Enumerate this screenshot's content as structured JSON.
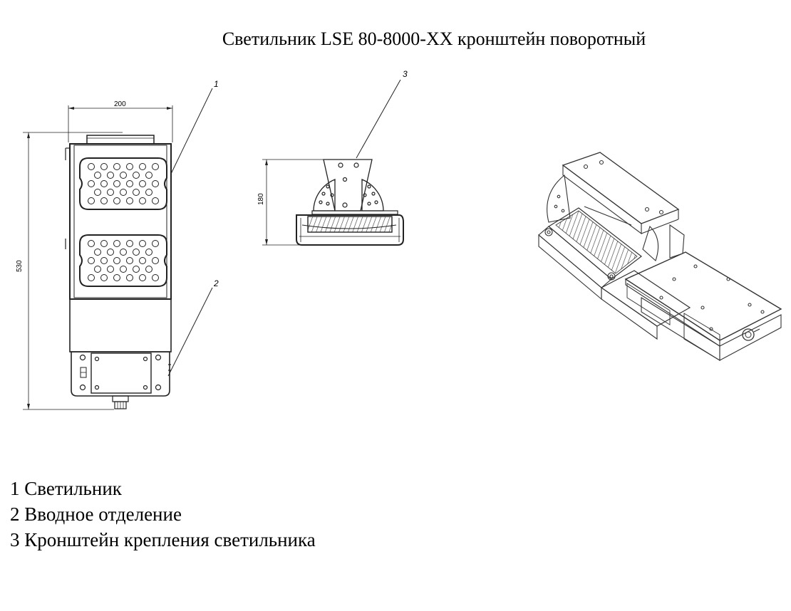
{
  "title": "Светильник LSE 80-8000-XX кронштейн  поворотный",
  "dimensions": {
    "width": "200",
    "height": "530",
    "side_height": "180"
  },
  "callouts": [
    "1",
    "2",
    "3"
  ],
  "legend": [
    "1 Светильник",
    "2 Вводное отделение",
    "3 Кронштейн крепления светильника"
  ]
}
